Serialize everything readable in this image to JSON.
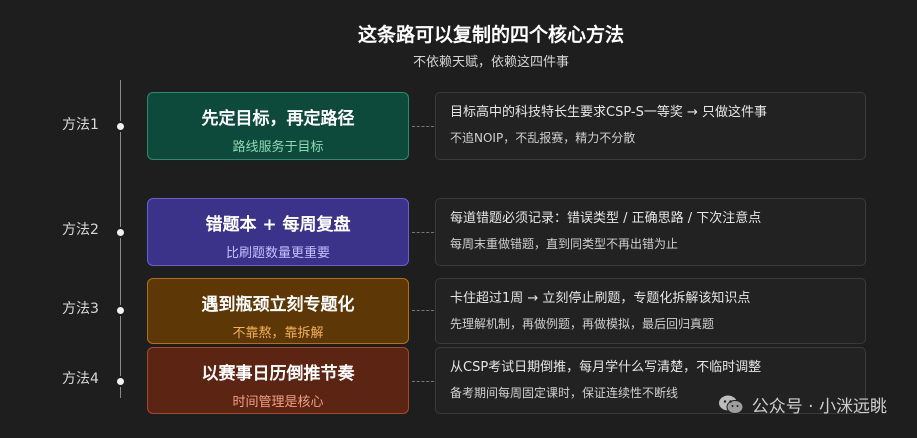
{
  "header": {
    "title": "这条路可以复制的四个核心方法",
    "subtitle": "不依赖天赋，依赖这四件事"
  },
  "methods": [
    {
      "label": "方法1",
      "card_title": "先定目标，再定路径",
      "card_sub": "路线服务于目标",
      "desc_1": "目标高中的科技特长生要求CSP-S一等奖 → 只做这件事",
      "desc_2": "不追NOIP，不乱报赛，精力不分散",
      "bg": "#0e4a3c",
      "border": "#2e8a6c",
      "sub_color": "#8fd8b4"
    },
    {
      "label": "方法2",
      "card_title": "错题本 + 每周复盘",
      "card_sub": "比刷题数量更重要",
      "desc_1": "每道错题必须记录：错误类型 / 正确思路 / 下次注意点",
      "desc_2": "每周末重做错题，直到同类型不再出错为止",
      "bg": "#3b3289",
      "border": "#6a5fcf",
      "sub_color": "#c6bfff"
    },
    {
      "label": "方法3",
      "card_title": "遇到瓶颈立刻专题化",
      "card_sub": "不靠熬，靠拆解",
      "desc_1": "卡住超过1周 → 立刻停止刷题，专题化拆解该知识点",
      "desc_2": "先理解机制，再做例题，再做模拟，最后回归真题",
      "bg": "#5e3706",
      "border": "#b06f1e",
      "sub_color": "#f3b257"
    },
    {
      "label": "方法4",
      "card_title": "以赛事日历倒推节奏",
      "card_sub": "时间管理是核心",
      "desc_1": "从CSP考试日期倒推，每月学什么写清楚，不临时调整",
      "desc_2": "备考期间每周固定课时，保证连续性不断线",
      "bg": "#5c2413",
      "border": "#a5492c",
      "sub_color": "#f0a184"
    }
  ],
  "watermark": {
    "icon": "wechat-icon",
    "text": "公众号 · 小洣远眺"
  }
}
